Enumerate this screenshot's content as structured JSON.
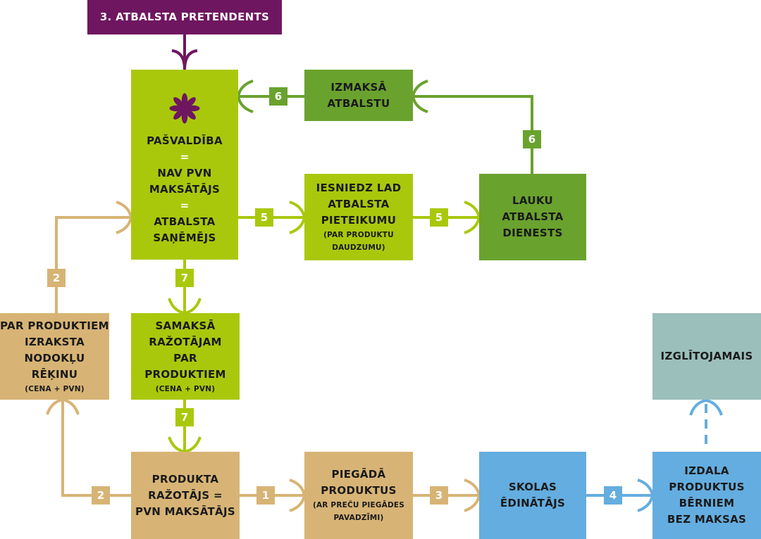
{
  "nodes": {
    "support_applicant": "3. ATBALSTA PRETENDENTS",
    "municipality": {
      "line1": "PAŠVALDĪBA",
      "eq1": "=",
      "line2": "NAV PVN",
      "line3": "MAKSĀTĀJS",
      "eq2": "=",
      "line4": "ATBALSTA",
      "line5": "SAŅĒMĒJS"
    },
    "pays_support": {
      "line1": "IZMAKSĀ",
      "line2": "ATBALSTU"
    },
    "submits_application": {
      "line1": "IESNIEDZ LAD",
      "line2": "ATBALSTA",
      "line3": "PIETEIKUMU",
      "note1": "(PAR PRODUKTU",
      "note2": "DAUDZUMU)"
    },
    "rural_support_service": {
      "line1": "LAUKU",
      "line2": "ATBALSTA",
      "line3": "DIENESTS"
    },
    "invoice": {
      "line1": "PAR PRODUKTIEM",
      "line2": "IZRAKSTA",
      "line3": "NODOKĻU",
      "line4": "RĒĶINU",
      "note": "(CENA + PVN)"
    },
    "pays_producer": {
      "line1": "SAMAKSĀ",
      "line2": "RAŽOTĀJAM",
      "line3": "PAR",
      "line4": "PRODUKTIEM",
      "note": "(CENA + PVN)"
    },
    "learner": "IZGLĪTOJAMAIS",
    "producer": {
      "line1": "PRODUKTA",
      "line2": "RAŽOTĀJS =",
      "line3": "PVN MAKSĀTĀJS"
    },
    "delivers": {
      "line1": "PIEGĀDĀ",
      "line2": "PRODUKTUS",
      "note1": "(AR PREČU PIEGĀDES",
      "note2": "PAVADZĪMI)"
    },
    "school_caterer": {
      "line1": "SKOLAS",
      "line2": "ĒDINĀTĀJS"
    },
    "distributes": {
      "line1": "IZDALA",
      "line2": "PRODUKTUS",
      "line3": "BĒRNIEM",
      "line4": "BEZ MAKSAS"
    }
  },
  "steps": {
    "s6_left": "6",
    "s6_right": "6",
    "s5_left": "5",
    "s5_right": "5",
    "s7_top": "7",
    "s7_bottom": "7",
    "s2_left": "2",
    "s2_bottom": "2",
    "s1": "1",
    "s3": "3",
    "s4": "4"
  },
  "colors": {
    "purple": "#6f1660",
    "lime": "#a9c80c",
    "green": "#6aa22e",
    "tan": "#d7b475",
    "blue": "#64ade0",
    "teal": "#9bbfbb"
  },
  "icons": {
    "municipality": "asterisk-flower-icon"
  }
}
